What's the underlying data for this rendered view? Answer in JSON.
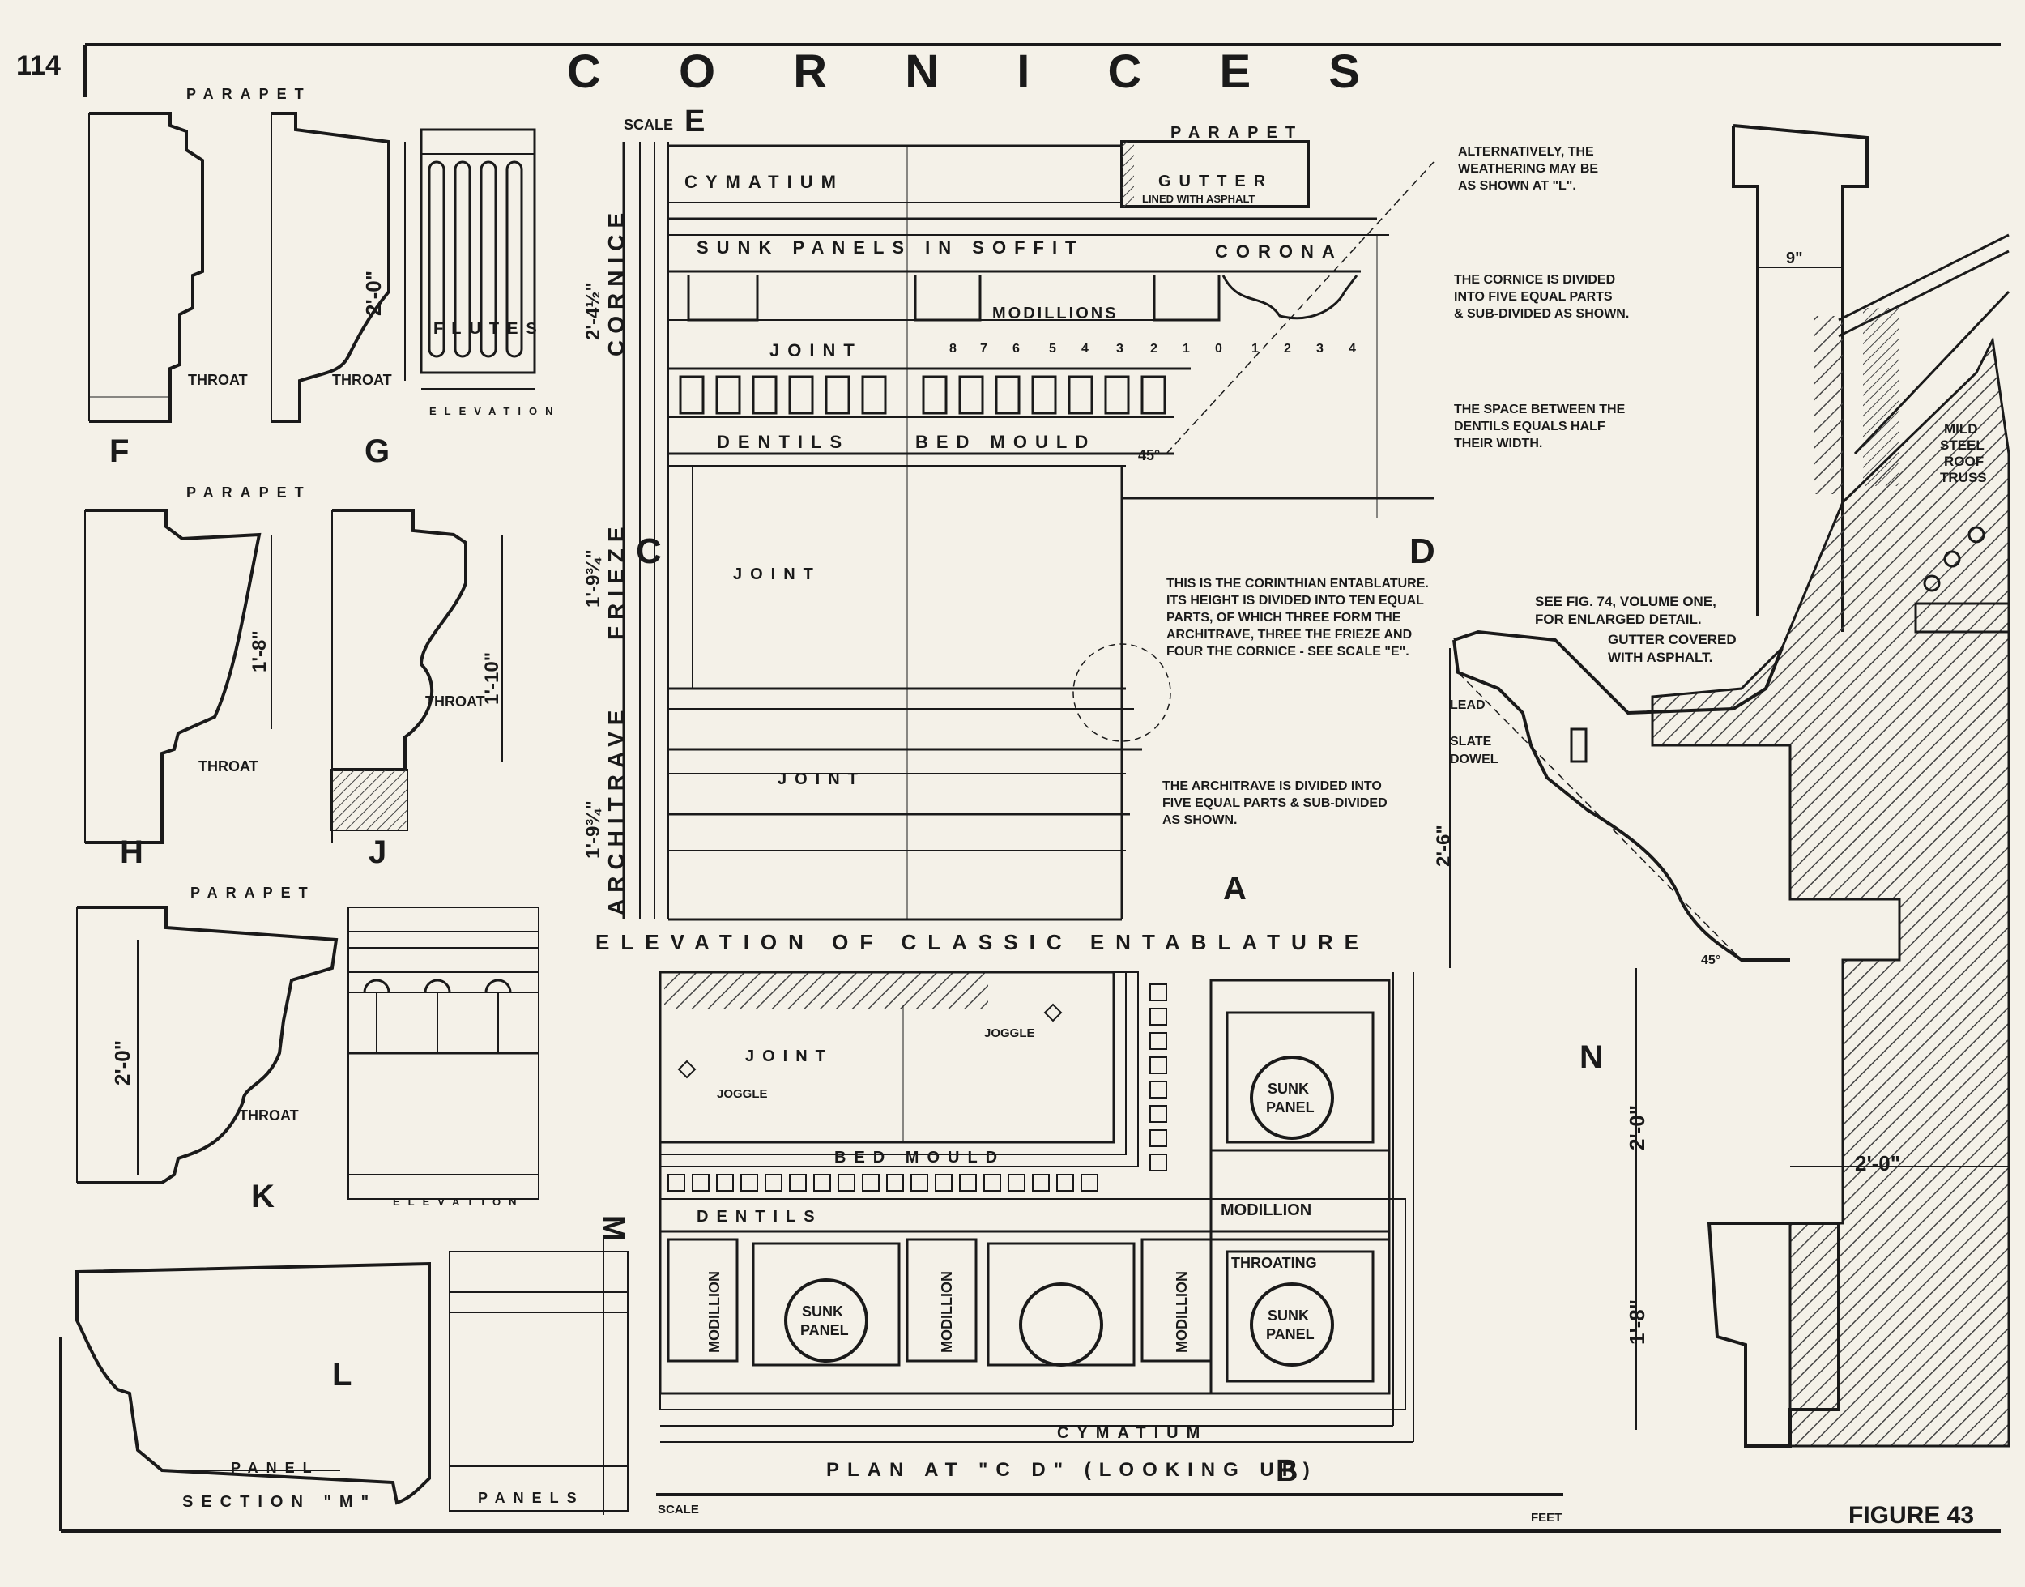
{
  "page_number": "114",
  "title": "C O R N I C E S",
  "figure_label": "FIGURE 43",
  "colors": {
    "paper": "#f4f1e8",
    "ink": "#1a1a1a",
    "hatch": "#444444"
  },
  "details": {
    "f": {
      "letter": "F",
      "parapet": "PARAPET",
      "throat": "THROAT"
    },
    "g": {
      "letter": "G",
      "height": "2'-0\"",
      "throat": "THROAT",
      "flutes": "FLUTES",
      "elevation": "ELEVATION"
    },
    "h": {
      "letter": "H",
      "parapet": "PARAPET",
      "height": "1'-8\"",
      "throat": "THROAT"
    },
    "j": {
      "letter": "J",
      "height": "1'-10\"",
      "throat": "THROAT"
    },
    "k": {
      "letter": "K",
      "parapet": "PARAPET",
      "height": "2'-0\"",
      "throat": "THROAT",
      "elevation": "ELEVATION"
    },
    "l": {
      "letter": "L",
      "panel": "PANEL",
      "section": "SECTION \"M\"",
      "m": "M",
      "panels": "PANELS"
    }
  },
  "elevation": {
    "title": "ELEVATION OF CLASSIC ENTABLATURE",
    "scale": "SCALE",
    "e": "E",
    "c": "C",
    "d": "D",
    "a": "A",
    "parapet": "PARAPET",
    "cymatium": "CYMATIUM",
    "gutter": "GUTTER",
    "gutter_lined": "LINED WITH ASPHALT",
    "sunk_panels": "SUNK PANELS IN SOFFIT",
    "corona": "CORONA",
    "modillions": "MODILLIONS",
    "joint": "JOINT",
    "dentils": "DENTILS",
    "bed_mould": "BED MOULD",
    "angle": "45°",
    "cornice": "CORNICE",
    "cornice_dim": "2'-4½\"",
    "frieze": "FRIEZE",
    "frieze_dim": "1'-9¾\"",
    "architrave": "ARCHITRAVE",
    "architrave_dim": "1'-9¾\"",
    "scale_digits": [
      "8",
      "7",
      "6",
      "5",
      "4",
      "3",
      "2",
      "1",
      "0",
      "1",
      "2",
      "3",
      "4"
    ],
    "notes": {
      "weathering": [
        "ALTERNATIVELY, THE",
        "WEATHERING MAY BE",
        "AS SHOWN AT \"L\"."
      ],
      "cornice_div": [
        "THE CORNICE IS DIVIDED",
        "INTO FIVE EQUAL PARTS",
        "& SUB-DIVIDED AS SHOWN."
      ],
      "dentil_space": [
        "THE SPACE BETWEEN THE",
        "DENTILS EQUALS HALF",
        "THEIR WIDTH."
      ],
      "corinthian": [
        "THIS IS THE CORINTHIAN ENTABLATURE.",
        "ITS HEIGHT IS DIVIDED INTO TEN EQUAL",
        "PARTS, OF WHICH THREE FORM THE",
        "ARCHITRAVE, THREE THE FRIEZE AND",
        "FOUR THE CORNICE - SEE SCALE \"E\"."
      ],
      "architrave_div": [
        "THE ARCHITRAVE IS DIVIDED INTO",
        "FIVE EQUAL PARTS & SUB-DIVIDED",
        "AS SHOWN."
      ]
    }
  },
  "plan": {
    "title": "PLAN AT \"C D\" (LOOKING UP)",
    "b": "B",
    "joint": "JOINT",
    "joggle": "JOGGLE",
    "bed_mould": "BED MOULD",
    "dentils": "DENTILS",
    "modillion": "MODILLION",
    "sunk": "SUNK",
    "panel": "PANEL",
    "throating": "THROATING",
    "cymatium": "CYMATIUM",
    "scale": "SCALE",
    "feet": "FEET"
  },
  "section_n": {
    "letter": "N",
    "nine": "9\"",
    "mild": "MILD",
    "steel": "STEEL",
    "roof": "ROOF",
    "truss": "TRUSS",
    "see_fig": [
      "SEE FIG. 74, VOLUME ONE,",
      "FOR ENLARGED DETAIL."
    ],
    "gutter": [
      "GUTTER COVERED",
      "WITH ASPHALT."
    ],
    "lead": "LEAD",
    "slate": "SLATE",
    "dowel": "DOWEL",
    "dim_26": "2'-6\"",
    "angle": "45°",
    "dim_20a": "2'-0\"",
    "dim_20b": "2'-0\"",
    "dim_18": "1'-8\""
  }
}
